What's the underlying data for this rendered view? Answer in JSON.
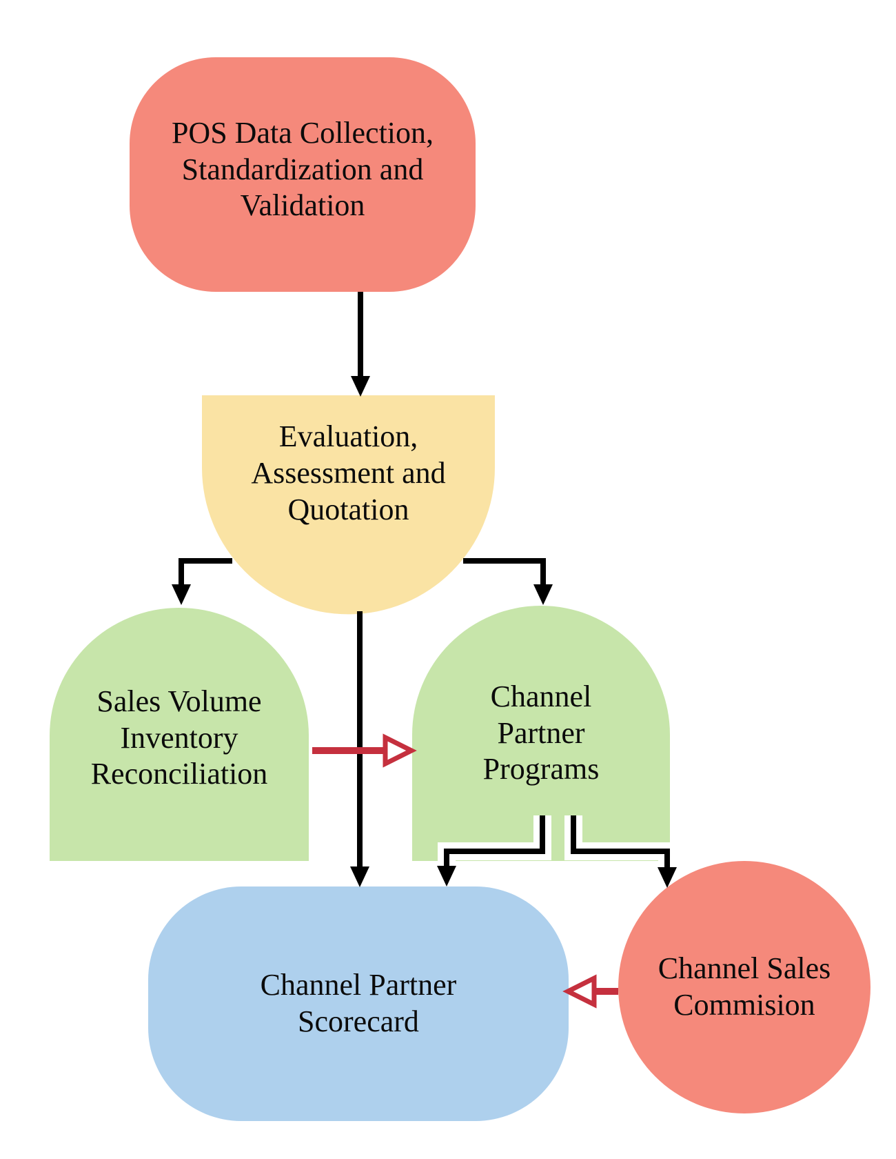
{
  "diagram": {
    "background": "#ffffff",
    "colors": {
      "salmon": "#F5897B",
      "yellow": "#FAE3A4",
      "green": "#C7E5AA",
      "blue": "#AED0ED",
      "black": "#000000",
      "crimson": "#C5303E",
      "text": "#0b0b0b"
    },
    "nodes": {
      "pos": {
        "label": "POS Data Collection,\nStandardization and\nValidation",
        "shape": "rounded-rectangle",
        "fill": "#F5897B"
      },
      "evaluation": {
        "label": "Evaluation,\nAssessment and\nQuotation",
        "shape": "half-disc-bottom",
        "fill": "#FAE3A4"
      },
      "sales_volume": {
        "label": "Sales Volume\nInventory\nReconciliation",
        "shape": "dome",
        "fill": "#C7E5AA"
      },
      "partner_programs": {
        "label": "Channel\nPartner\nPrograms",
        "shape": "dome",
        "fill": "#C7E5AA"
      },
      "scorecard": {
        "label": "Channel Partner\nScorecard",
        "shape": "rounded-rectangle",
        "fill": "#AED0ED"
      },
      "commission": {
        "label": "Channel Sales\nCommision",
        "shape": "circle",
        "fill": "#F5897B"
      }
    },
    "edges": [
      {
        "from": "pos",
        "to": "evaluation",
        "color": "#000000",
        "style": "solid-arrow"
      },
      {
        "from": "evaluation",
        "to": "sales_volume",
        "color": "#000000",
        "style": "solid-arrow"
      },
      {
        "from": "evaluation",
        "to": "partner_programs",
        "color": "#000000",
        "style": "solid-arrow"
      },
      {
        "from": "evaluation",
        "to": "scorecard",
        "color": "#000000",
        "style": "solid-arrow"
      },
      {
        "from": "partner_programs",
        "to": "scorecard",
        "color": "#000000",
        "style": "solid-arrow"
      },
      {
        "from": "partner_programs",
        "to": "commission",
        "color": "#000000",
        "style": "solid-arrow"
      },
      {
        "from": "sales_volume",
        "to": "partner_programs",
        "color": "#C5303E",
        "style": "open-arrow"
      },
      {
        "from": "commission",
        "to": "scorecard",
        "color": "#C5303E",
        "style": "open-arrow"
      }
    ]
  }
}
